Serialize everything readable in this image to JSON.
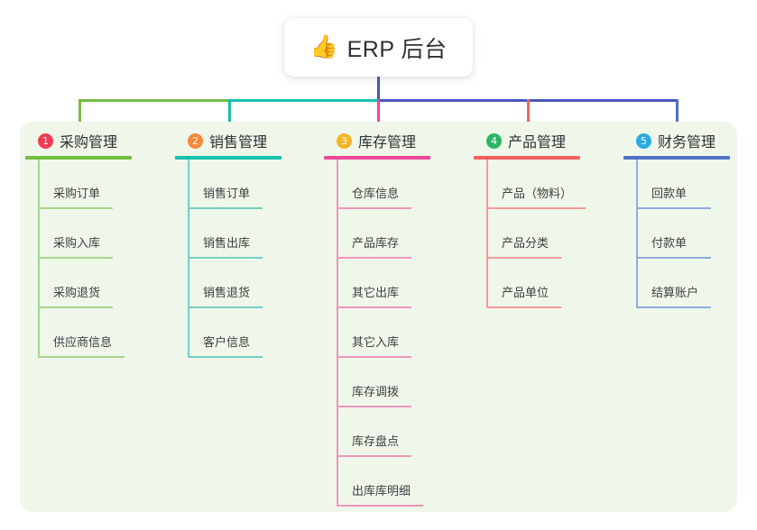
{
  "root": {
    "icon": "thumbs-up-icon",
    "emoji": "👍",
    "title": "ERP 后台"
  },
  "colors": {
    "panel_bg": "#eef7e9",
    "card_bg": "#ffffff",
    "text": "#2f3133",
    "bus_green": "#74bd43",
    "bus_teal": "#18c0ad",
    "bus_indigo": "#4a56c0",
    "drop_green": "#74bd43",
    "drop_teal": "#18c0ad",
    "drop_pink": "#ec4899",
    "drop_red": "#f4615d",
    "drop_blue": "#4f72c9"
  },
  "branches": [
    {
      "number": "1",
      "badge_color": "#f03b54",
      "line_color": "#74bd43",
      "leaf_line_color": "#a9d58b",
      "title": "采购管理",
      "items": [
        "采购订单",
        "采购入库",
        "采购退货",
        "供应商信息"
      ]
    },
    {
      "number": "2",
      "badge_color": "#f6883a",
      "line_color": "#18c0ad",
      "leaf_line_color": "#75cfc4",
      "title": "销售管理",
      "items": [
        "销售订单",
        "销售出库",
        "销售退货",
        "客户信息"
      ]
    },
    {
      "number": "3",
      "badge_color": "#f5b425",
      "line_color": "#ec4899",
      "leaf_line_color": "#ef95be",
      "title": "库存管理",
      "items": [
        "仓库信息",
        "产品库存",
        "其它出库",
        "其它入库",
        "库存调拨",
        "库存盘点",
        "出库库明细"
      ]
    },
    {
      "number": "4",
      "badge_color": "#2bb662",
      "line_color": "#f4615d",
      "leaf_line_color": "#f59a98",
      "title": "产品管理",
      "items": [
        "产品（物料）",
        "产品分类",
        "产品单位"
      ]
    },
    {
      "number": "5",
      "badge_color": "#2aabe2",
      "line_color": "#4f72c9",
      "leaf_line_color": "#93abe0",
      "title": "财务管理",
      "items": [
        "回款单",
        "付款单",
        "结算账户"
      ]
    }
  ]
}
